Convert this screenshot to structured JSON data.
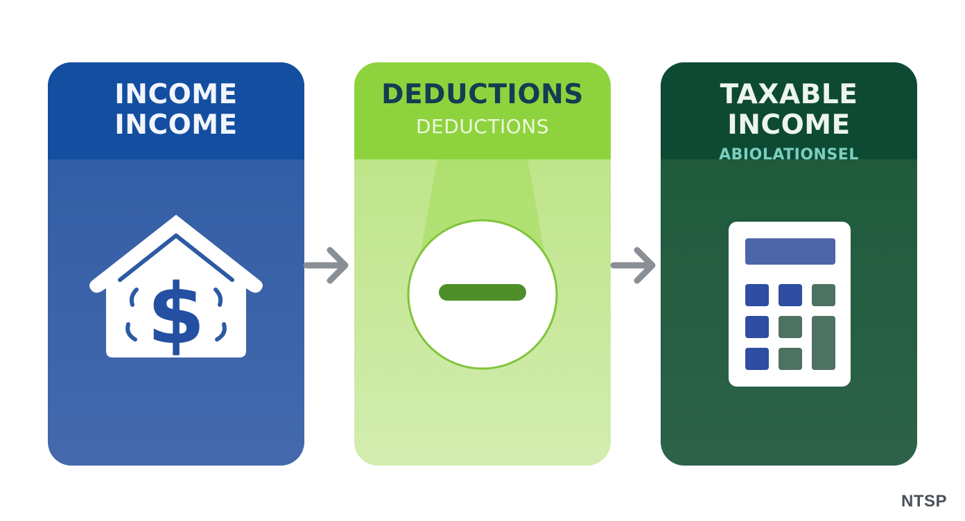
{
  "cards": [
    {
      "title_line1": "INCOME",
      "title_line2": "INCOME",
      "icon": "house-dollar-icon",
      "colors": {
        "header": "#144ea0",
        "body": "#2d5aa3"
      }
    },
    {
      "title_line1": "DEDUCTIONS",
      "title_line2": "DEDUCTIONS",
      "icon": "minus-circle-icon",
      "colors": {
        "header": "#8ed33e",
        "body": "#c4e893"
      }
    },
    {
      "title_line1": "TAXABLE",
      "title_line2": "INCOME",
      "caption": "ABIOLATIONSEL",
      "icon": "calculator-icon",
      "colors": {
        "header": "#0e4a33",
        "body": "#245c41"
      }
    }
  ],
  "connectors": [
    {
      "icon": "arrow-right-icon",
      "color": "#8a8f96"
    },
    {
      "icon": "arrow-right-icon",
      "color": "#8a8f96"
    }
  ],
  "watermark": "NTSP"
}
